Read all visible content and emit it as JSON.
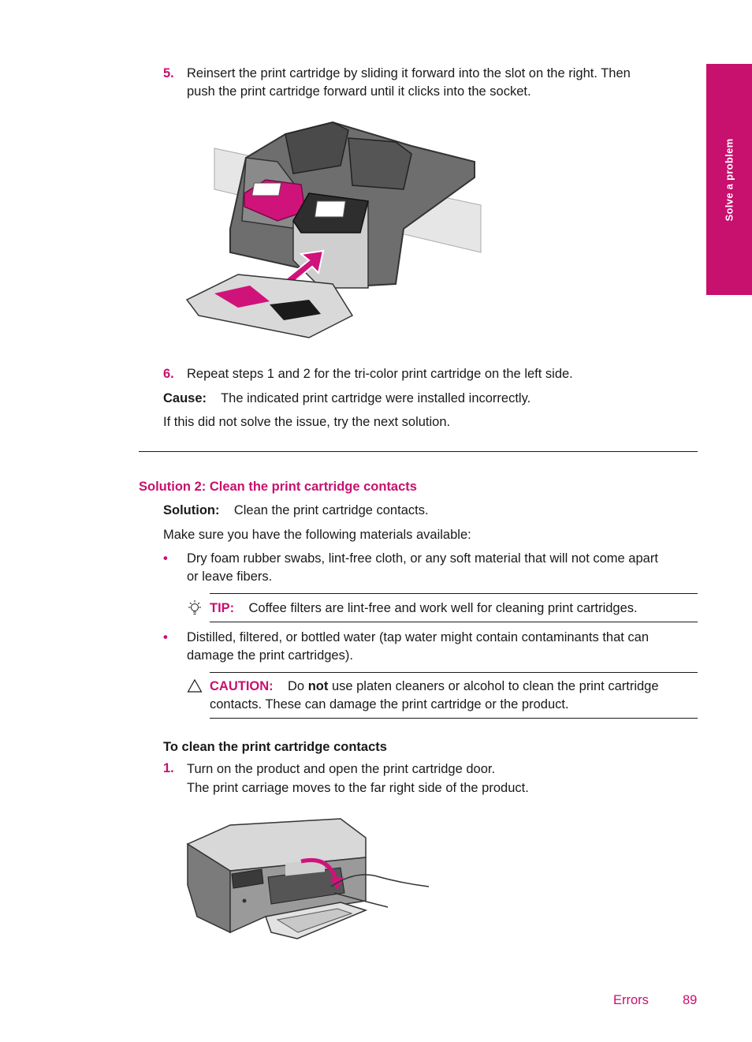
{
  "side_tab": "Solve a problem",
  "step5": {
    "number": "5.",
    "line1": "Reinsert the print cartridge by sliding it forward into the slot on the right. Then",
    "line2": "push the print cartridge forward until it clicks into the socket."
  },
  "step6": {
    "number": "6.",
    "text": "Repeat steps 1 and 2 for the tri-color print cartridge on the left side."
  },
  "cause": {
    "label": "Cause:",
    "text": "The indicated print cartridge were installed incorrectly."
  },
  "next_solution": "If this did not solve the issue, try the next solution.",
  "solution2": {
    "heading": "Solution 2: Clean the print cartridge contacts",
    "label": "Solution:",
    "text": "Clean the print cartridge contacts.",
    "materials_intro": "Make sure you have the following materials available:",
    "bullet1_line1": "Dry foam rubber swabs, lint-free cloth, or any soft material that will not come apart",
    "bullet1_line2": "or leave fibers.",
    "tip_label": "TIP:",
    "tip_text": "Coffee filters are lint-free and work well for cleaning print cartridges.",
    "bullet2_line1": "Distilled, filtered, or bottled water (tap water might contain contaminants that can",
    "bullet2_line2": "damage the print cartridges).",
    "caution_label": "CAUTION:",
    "caution_pre": "Do",
    "caution_not": "not",
    "caution_post": "use platen cleaners or alcohol to clean the print cartridge",
    "caution_line2": "contacts. These can damage the print cartridge or the product."
  },
  "procedure": {
    "heading": "To clean the print cartridge contacts",
    "step1_number": "1.",
    "step1_line1": "Turn on the product and open the print cartridge door.",
    "step1_line2": "The print carriage moves to the far right side of the product."
  },
  "footer": {
    "section": "Errors",
    "page": "89"
  },
  "colors": {
    "accent": "#c8106e",
    "text": "#1a1a1a"
  }
}
